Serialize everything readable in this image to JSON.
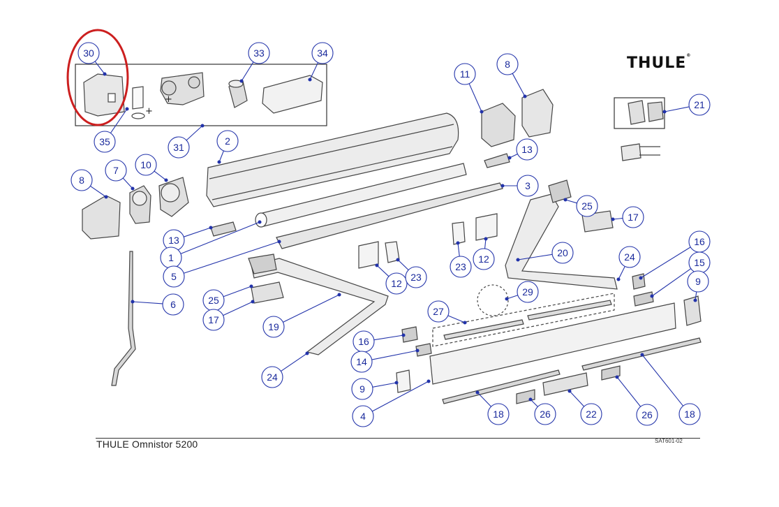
{
  "brand": {
    "logo_text": "THULE",
    "registered": "®"
  },
  "footer": {
    "title_brand": "THULE",
    "title_model": "Omnistor 5200",
    "code": "SAT601-02"
  },
  "highlight": {
    "part": "30",
    "color": "#cc1f1f"
  },
  "colors": {
    "callout_line": "#2233aa",
    "callout_text": "#1a2a9c",
    "part_stroke": "#444444"
  },
  "callouts": [
    {
      "id": "c30",
      "label": "30"
    },
    {
      "id": "c33",
      "label": "33"
    },
    {
      "id": "c34",
      "label": "34"
    },
    {
      "id": "c35",
      "label": "35"
    },
    {
      "id": "c31",
      "label": "31"
    },
    {
      "id": "c2",
      "label": "2"
    },
    {
      "id": "c11",
      "label": "11"
    },
    {
      "id": "c8a",
      "label": "8"
    },
    {
      "id": "c21",
      "label": "21"
    },
    {
      "id": "c13a",
      "label": "13"
    },
    {
      "id": "c3",
      "label": "3"
    },
    {
      "id": "c8b",
      "label": "8"
    },
    {
      "id": "c7",
      "label": "7"
    },
    {
      "id": "c10",
      "label": "10"
    },
    {
      "id": "c13b",
      "label": "13"
    },
    {
      "id": "c1",
      "label": "1"
    },
    {
      "id": "c5",
      "label": "5"
    },
    {
      "id": "c6",
      "label": "6"
    },
    {
      "id": "c25a",
      "label": "25"
    },
    {
      "id": "c17a",
      "label": "17"
    },
    {
      "id": "c19",
      "label": "19"
    },
    {
      "id": "c24a",
      "label": "24"
    },
    {
      "id": "c12a",
      "label": "12"
    },
    {
      "id": "c23a",
      "label": "23"
    },
    {
      "id": "c23b",
      "label": "23"
    },
    {
      "id": "c12b",
      "label": "12"
    },
    {
      "id": "c25b",
      "label": "25"
    },
    {
      "id": "c17b",
      "label": "17"
    },
    {
      "id": "c20",
      "label": "20"
    },
    {
      "id": "c24b",
      "label": "24"
    },
    {
      "id": "c16a",
      "label": "16"
    },
    {
      "id": "c15",
      "label": "15"
    },
    {
      "id": "c9a",
      "label": "9"
    },
    {
      "id": "c29",
      "label": "29"
    },
    {
      "id": "c27",
      "label": "27"
    },
    {
      "id": "c16b",
      "label": "16"
    },
    {
      "id": "c14",
      "label": "14"
    },
    {
      "id": "c9b",
      "label": "9"
    },
    {
      "id": "c4",
      "label": "4"
    },
    {
      "id": "c18a",
      "label": "18"
    },
    {
      "id": "c26a",
      "label": "26"
    },
    {
      "id": "c22",
      "label": "22"
    },
    {
      "id": "c26b",
      "label": "26"
    },
    {
      "id": "c18b",
      "label": "18"
    }
  ]
}
